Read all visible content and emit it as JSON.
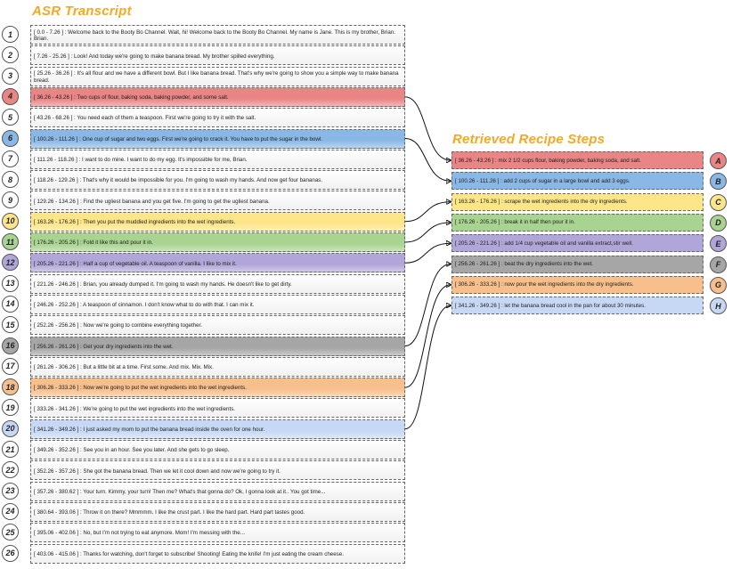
{
  "asr_title": "ASR Transcript",
  "recipe_title": "Retrieved Recipe Steps",
  "colors": {
    "red": "#e98585",
    "blue": "#8ab8e6",
    "yellow": "#fde58a",
    "green": "#a8d390",
    "purple": "#b1a6d8",
    "gray": "#a6a6a6",
    "orange": "#f7bf8c",
    "lightblue": "#c7d8f4"
  },
  "segments": [
    {
      "num": "1",
      "text": "[ 0.0 - 7.26 ] : Welcome back to the Booty Bo Channel. Wait, hi! Welcome back to the Booty Bo Channel. My name is Jane. This is my brother, Brian. Brian."
    },
    {
      "num": "2",
      "text": "[ 7.26 - 25.26 ] : Look! And today we're going to make banana bread. My brother spilled everything."
    },
    {
      "num": "3",
      "text": "[ 25.26 - 36.26 ] : It's all flour and we have a different bowl. But I like banana bread. That's why we're going to show you a simple way to make banana bread."
    },
    {
      "num": "4",
      "text": "[ 36.26 - 43.26 ] : Two cups of flour, baking soda, baking powder, and some salt.",
      "color": "red"
    },
    {
      "num": "5",
      "text": "[ 43.26 - 68.26 ] : You need each of them a teaspoon. First we're going to try it with the salt."
    },
    {
      "num": "6",
      "text": "[ 100.26 - 111.26 ] : One cup of sugar and two eggs. First we're going to crack it. You have to put the sugar in the bowl.",
      "color": "blue"
    },
    {
      "num": "7",
      "text": "[ 111.26 - 118.26 ] : I want to do mine. I want to do my egg. It's impossible for me, Brian."
    },
    {
      "num": "8",
      "text": "[ 118.26 - 129.26 ] : That's why it would be impossible for you. I'm going to wash my hands. And now get four bananas."
    },
    {
      "num": "9",
      "text": "[ 129.26 - 134.26 ] : Find the ugliest banana and you get five. I'm going to get the ugliest banana."
    },
    {
      "num": "10",
      "text": "[ 163.26 - 176.26 ] : Then you put the muddied ingredients into the wet ingredients.",
      "color": "yellow"
    },
    {
      "num": "11",
      "text": "[ 176.26 - 205.26 ] : Fold it like this and pour it in.",
      "color": "green"
    },
    {
      "num": "12",
      "text": "[ 205.26 - 221.26 ] : Half a cup of vegetable oil. A teaspoon of vanilla. I like to mix it.",
      "color": "purple"
    },
    {
      "num": "13",
      "text": "[ 221.26 - 246.26 ] : Brian, you already dumped it. I'm going to wash my hands. He doesn't like to get dirty."
    },
    {
      "num": "14",
      "text": "[ 246.26 - 252.26 ] : A teaspoon of cinnamon. I don't know what to do with that. I can mix it."
    },
    {
      "num": "15",
      "text": "[ 252.26 - 256.26 ] : Now we're going to combine everything together."
    },
    {
      "num": "16",
      "text": "[ 256.26 - 261.26 ] : Get your dry ingredients into the wet.",
      "color": "gray"
    },
    {
      "num": "17",
      "text": "[ 261.26 - 306.26 ] : But a little bit at a time. First some. And mix. Mix. Mix."
    },
    {
      "num": "18",
      "text": "[ 306.26 - 333.26 ] : Now we're going to put the wet ingredients into the wet ingredients.",
      "color": "orange"
    },
    {
      "num": "19",
      "text": "[ 333.26 - 341.26 ] : We're going to put the wet ingredients into the wet ingredients."
    },
    {
      "num": "20",
      "text": "[ 341.26 - 349.26 ] : I just asked my mom to put the banana bread inside the oven for one hour.",
      "color": "lightblue"
    },
    {
      "num": "21",
      "text": "[ 349.26 - 352.26 ] : See you in an hour. See you later. And she gets to go sleep."
    },
    {
      "num": "22",
      "text": "[ 352.26 - 357.26 ] : She got the banana bread. Then we let it cool down and now we're going to try it."
    },
    {
      "num": "23",
      "text": "[ 357.26 - 380.62 ] : Your turn. Kimmy, your turn! Then me? What's that gonna do? Ok, I gonna look at it.. You got time..."
    },
    {
      "num": "24",
      "text": "[ 380.64 - 393.06 ] : Throw it on there? Mmmmm. I like the crust part. I like the hard part. Hard part tastes good."
    },
    {
      "num": "25",
      "text": "[ 395.06 - 402.06 ] : No, but I'm not trying to eat anymore. Mom! I'm messing with the..."
    },
    {
      "num": "26",
      "text": "[ 403.06 - 415.06 ] : Thanks for watching, don't forget to subscribe! Shooting! Eating the knife! I'm just eating the cream cheese."
    }
  ],
  "recipe_steps": [
    {
      "letter": "A",
      "text": "[ 36.26 - 43.26 ] : mix 2 1/2 cups flour, baking powder, baking soda, and salt.",
      "color": "red",
      "source": "4"
    },
    {
      "letter": "B",
      "text": "[ 100.26 - 111.26 ] : add 2 cups of sugar in a large bowl and add 3 eggs.",
      "color": "blue",
      "source": "6"
    },
    {
      "letter": "C",
      "text": "[ 163.26 - 176.26 ] : scrape the wet ingredients into the dry ingredients.",
      "color": "yellow",
      "source": "10"
    },
    {
      "letter": "D",
      "text": "[ 176.26 - 205.26 ] : break it in half then pour it in.",
      "color": "green",
      "source": "11"
    },
    {
      "letter": "E",
      "text": "[ 205.26 - 221.26 ] : add 1/4 cup vegetable oil and vanilla extract,stir well.",
      "color": "purple",
      "source": "12"
    },
    {
      "letter": "F",
      "text": "[ 256.26 - 261.26 ] : beat the dry ingredients into the wet.",
      "color": "gray",
      "source": "16"
    },
    {
      "letter": "G",
      "text": "[ 306.26 - 333.26 ] : now pour the wet ingredients into the dry ingredients.",
      "color": "orange",
      "source": "18"
    },
    {
      "letter": "H",
      "text": "[ 341.26 - 349.26 ] : let the banana bread cool in the pan for about 30 minutes.",
      "color": "lightblue",
      "source": "20"
    }
  ]
}
